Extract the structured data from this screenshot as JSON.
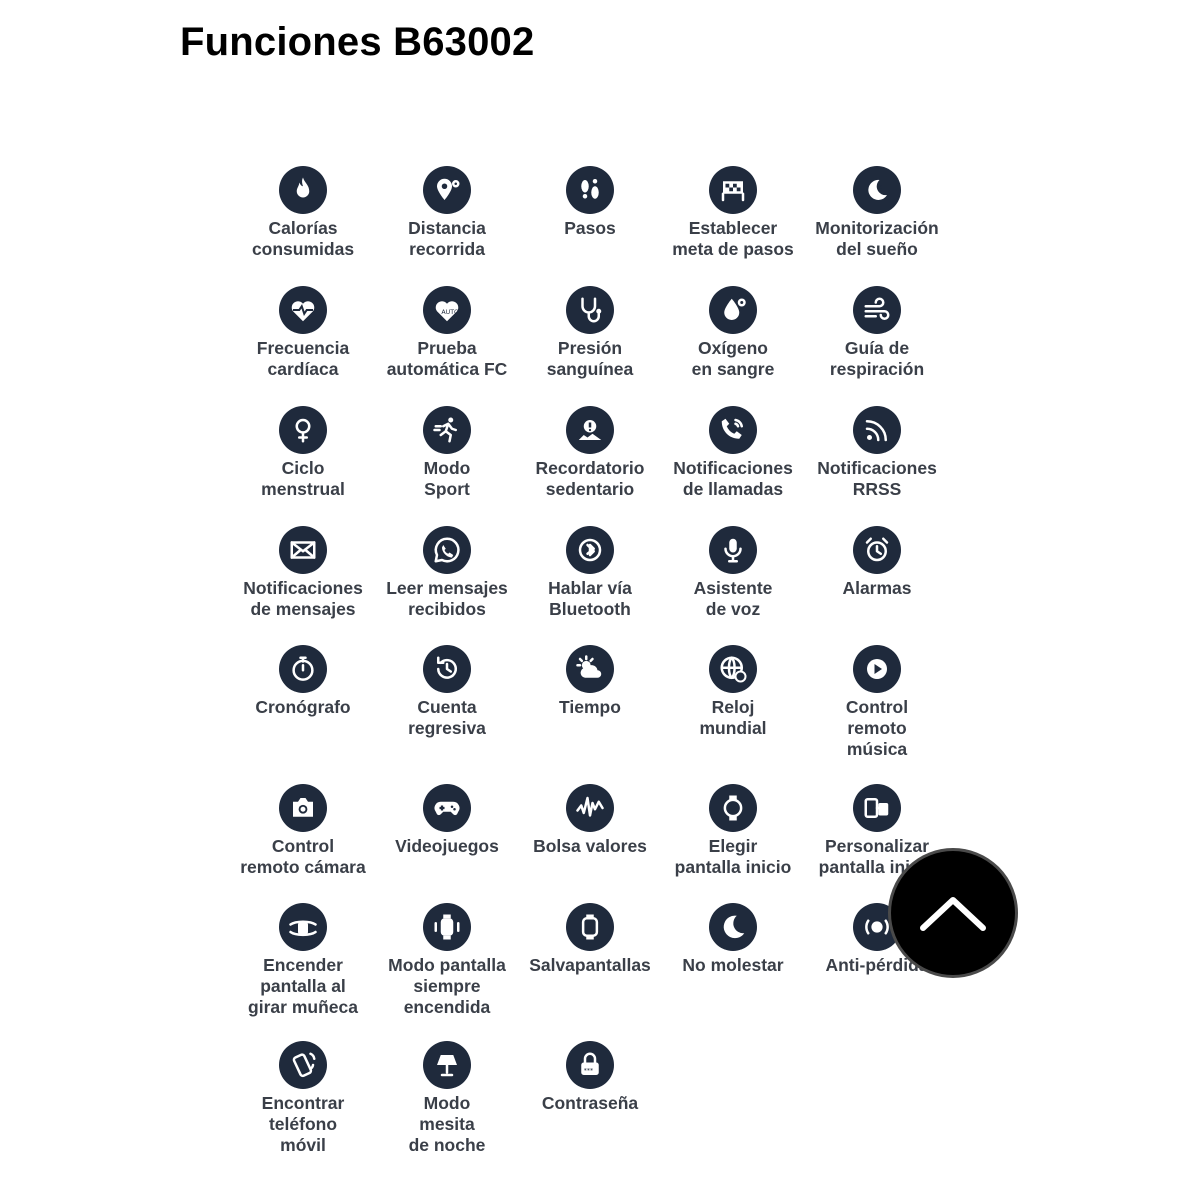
{
  "page": {
    "title": "Funciones B63002"
  },
  "colors": {
    "icon_bg": "#1f2a3c",
    "label": "#3a3f48",
    "title": "#000000",
    "scroll_button_bg": "#000000"
  },
  "features": [
    {
      "label": "Calorías\nconsumidas",
      "icon": "flame-icon"
    },
    {
      "label": "Distancia\nrecorrida",
      "icon": "location-pin-icon"
    },
    {
      "label": "Pasos",
      "icon": "footsteps-icon"
    },
    {
      "label": "Establecer\nmeta de pasos",
      "icon": "finish-flag-icon"
    },
    {
      "label": "Monitorización\ndel sueño",
      "icon": "moon-sleep-icon"
    },
    {
      "label": "Frecuencia\ncardíaca",
      "icon": "heart-rate-icon"
    },
    {
      "label": "Prueba\nautomática FC",
      "icon": "heart-auto-icon"
    },
    {
      "label": "Presión\nsanguínea",
      "icon": "stethoscope-icon"
    },
    {
      "label": "Oxígeno\nen sangre",
      "icon": "blood-drop-icon"
    },
    {
      "label": "Guía de\nrespiración",
      "icon": "wind-icon"
    },
    {
      "label": "Ciclo\nmenstrual",
      "icon": "female-symbol-icon"
    },
    {
      "label": "Modo\nSport",
      "icon": "runner-icon"
    },
    {
      "label": "Recordatorio\nsedentario",
      "icon": "alert-person-icon"
    },
    {
      "label": "Notificaciones\nde llamadas",
      "icon": "phone-call-icon"
    },
    {
      "label": "Notificaciones\nRRSS",
      "icon": "rss-icon"
    },
    {
      "label": "Notificaciones\nde mensajes",
      "icon": "envelope-icon"
    },
    {
      "label": "Leer mensajes\nrecibidos",
      "icon": "whatsapp-icon"
    },
    {
      "label": "Hablar vía\nBluetooth",
      "icon": "bluetooth-speaker-icon"
    },
    {
      "label": "Asistente\nde voz",
      "icon": "microphone-icon"
    },
    {
      "label": "Alarmas",
      "icon": "alarm-clock-icon"
    },
    {
      "label": "Cronógrafo",
      "icon": "stopwatch-icon"
    },
    {
      "label": "Cuenta\nregresiva",
      "icon": "countdown-icon"
    },
    {
      "label": "Tiempo",
      "icon": "weather-icon"
    },
    {
      "label": "Reloj\nmundial",
      "icon": "globe-clock-icon"
    },
    {
      "label": "Control\nremoto\nmúsica",
      "icon": "play-icon"
    },
    {
      "label": "Control\nremoto cámara",
      "icon": "camera-icon"
    },
    {
      "label": "Videojuegos",
      "icon": "gamepad-icon"
    },
    {
      "label": "Bolsa valores",
      "icon": "stock-chart-icon"
    },
    {
      "label": "Elegir\npantalla inicio",
      "icon": "watch-face-icon"
    },
    {
      "label": "Personalizar\npantalla inicio",
      "icon": "customize-screen-icon"
    },
    {
      "label": "Encender\npantalla al\ngirar muñeca",
      "icon": "wrist-watch-icon"
    },
    {
      "label": "Modo pantalla\nsiempre\nencendida",
      "icon": "always-on-watch-icon"
    },
    {
      "label": "Salvapantallas",
      "icon": "smartwatch-icon"
    },
    {
      "label": "No molestar",
      "icon": "crescent-moon-icon"
    },
    {
      "label": "Anti-pérdida",
      "icon": "anti-loss-icon"
    },
    {
      "label": "Encontrar\nteléfono\nmóvil",
      "icon": "find-phone-icon"
    },
    {
      "label": "Modo\nmesita\nde noche",
      "icon": "lamp-icon"
    },
    {
      "label": "Contraseña",
      "icon": "padlock-icon"
    }
  ],
  "scroll_top_button": {
    "icon": "chevron-up-icon"
  }
}
